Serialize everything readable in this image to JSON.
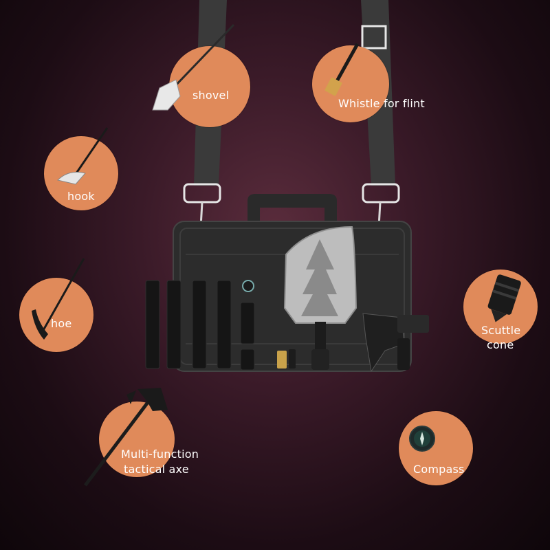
{
  "labels": {
    "shovel": "shovel",
    "whistle": "Whistle for flint",
    "hook": "hook",
    "hoe": "hoe",
    "scuttle_line1": "Scuttle",
    "scuttle_line2": "cone",
    "axe_line1": "Multi-function",
    "axe_line2": "tactical axe",
    "compass": "Compass"
  },
  "colors": {
    "badge": "#e08a5a",
    "background": "#3a1a28",
    "case": "#2b2b2b",
    "strap": "#3c3c3c"
  },
  "icons": [
    "shovel-icon",
    "whistle-icon",
    "hook-icon",
    "hoe-icon",
    "scuttle-cone-icon",
    "axe-icon",
    "compass-icon",
    "tool-case"
  ]
}
